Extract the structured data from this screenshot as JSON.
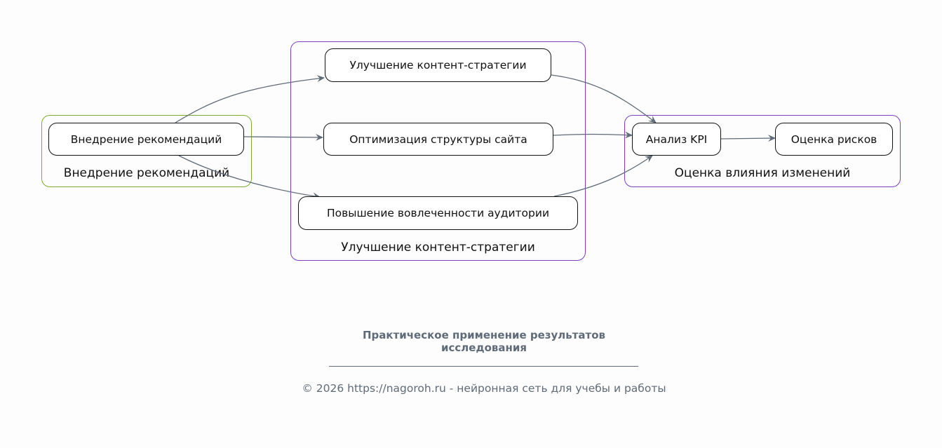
{
  "clusters": {
    "implement": "Внедрение рекомендаций",
    "content": "Улучшение контент-стратегии",
    "impact": "Оценка влияния изменений"
  },
  "nodes": {
    "implement": "Внедрение рекомендаций",
    "content_strategy": "Улучшение контент-стратегии",
    "site_structure": "Оптимизация структуры сайта",
    "engagement": "Повышение вовлеченности аудитории",
    "kpi": "Анализ KPI",
    "risks": "Оценка рисков"
  },
  "title_line1": "Практическое применение результатов",
  "title_line2": "исследования",
  "footer": "© 2026 https://nagoroh.ru - нейронная сеть для учебы и работы",
  "colors": {
    "edge": "#5f6b78",
    "cluster_purple": "#7b3fc4",
    "cluster_green": "#7cad2e"
  }
}
